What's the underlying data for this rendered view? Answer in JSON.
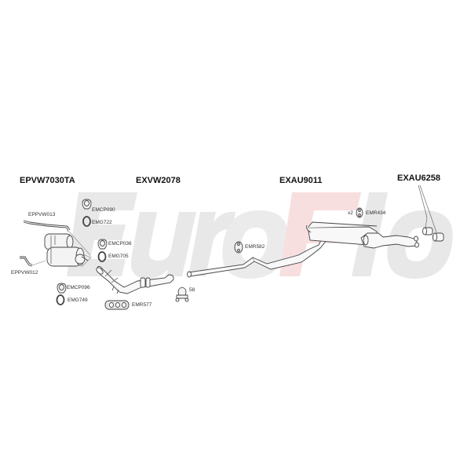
{
  "watermark": {
    "text_left": "Euro",
    "text_right": "Flo",
    "color_grey": "#e6e6e6",
    "color_red": "#f7dede"
  },
  "sections": [
    {
      "id": "EPVW7030TA",
      "label": "EPVW7030TA"
    },
    {
      "id": "EXVW2078",
      "label": "EXVW2078"
    },
    {
      "id": "EXAU9011",
      "label": "EXAU9011"
    },
    {
      "id": "EXAU6258",
      "label": "EXAU6258"
    }
  ],
  "parts": {
    "eppvw013": "EPPVW013",
    "eppvw012": "EPPVW012",
    "emcp090": "EMCP090",
    "emg722": "EMG722",
    "emcp036": "EMCP036",
    "emg705": "EMG705",
    "emcp096": "EMCP096",
    "emg749": "EMG749",
    "emr577": "EMR577",
    "clamp58": "58",
    "emr582": "EMR582",
    "emr434": "EMR434",
    "emr434_qty": "x2"
  }
}
